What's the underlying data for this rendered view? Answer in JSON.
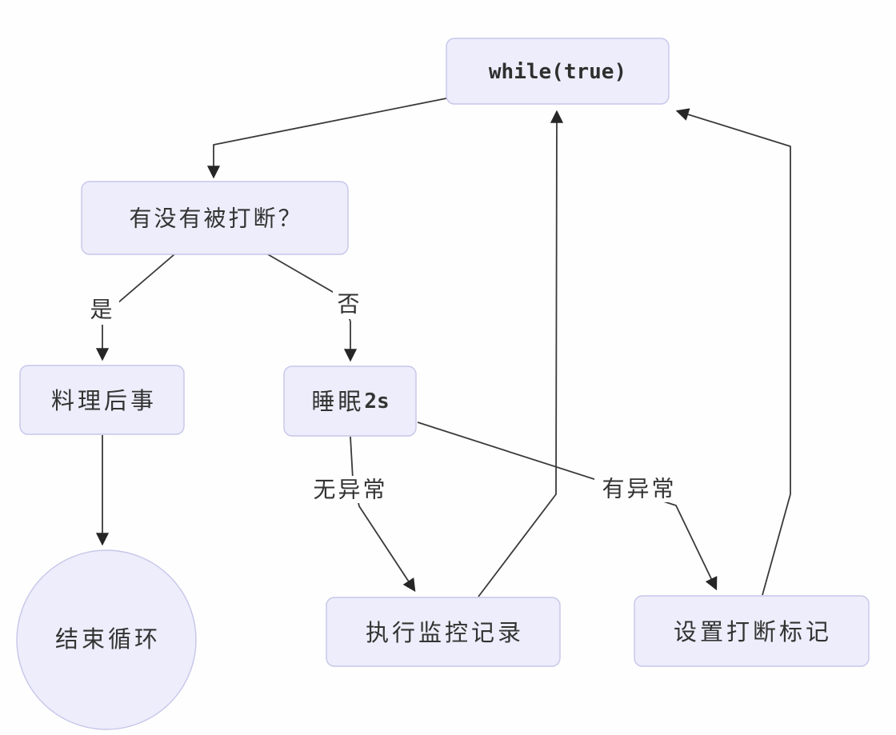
{
  "diagram": {
    "title": "while-loop interrupt-handling flowchart",
    "colors": {
      "background": "#fefefe",
      "node_fill": "#ededfb",
      "node_border": "#c6c6ea",
      "line_color": "#3a3a3a",
      "text_color": "#333333"
    },
    "nodes": [
      {
        "id": "while",
        "label": "while(true)",
        "shape": "rounded-rect",
        "style": "code"
      },
      {
        "id": "interrupted",
        "label": "有没有被打断？",
        "shape": "rounded-rect",
        "style": "text"
      },
      {
        "id": "cleanup",
        "label": "料理后事",
        "shape": "rounded-rect",
        "style": "text"
      },
      {
        "id": "sleep",
        "label": "睡眠2s",
        "shape": "rounded-rect",
        "style": "mixed",
        "label_parts": {
          "text": "睡眠",
          "code": "2s"
        }
      },
      {
        "id": "monitor",
        "label": "执行监控记录",
        "shape": "rounded-rect",
        "style": "text"
      },
      {
        "id": "setflag",
        "label": "设置打断标记",
        "shape": "rounded-rect",
        "style": "text"
      },
      {
        "id": "end",
        "label": "结束循环",
        "shape": "circle",
        "style": "text"
      }
    ],
    "edges": [
      {
        "from": "while",
        "to": "interrupted",
        "label": ""
      },
      {
        "from": "interrupted",
        "to": "cleanup",
        "label": "是"
      },
      {
        "from": "interrupted",
        "to": "sleep",
        "label": "否"
      },
      {
        "from": "cleanup",
        "to": "end",
        "label": ""
      },
      {
        "from": "sleep",
        "to": "monitor",
        "label": "无异常"
      },
      {
        "from": "sleep",
        "to": "setflag",
        "label": "有异常"
      },
      {
        "from": "monitor",
        "to": "while",
        "label": ""
      },
      {
        "from": "setflag",
        "to": "while",
        "label": ""
      }
    ]
  }
}
